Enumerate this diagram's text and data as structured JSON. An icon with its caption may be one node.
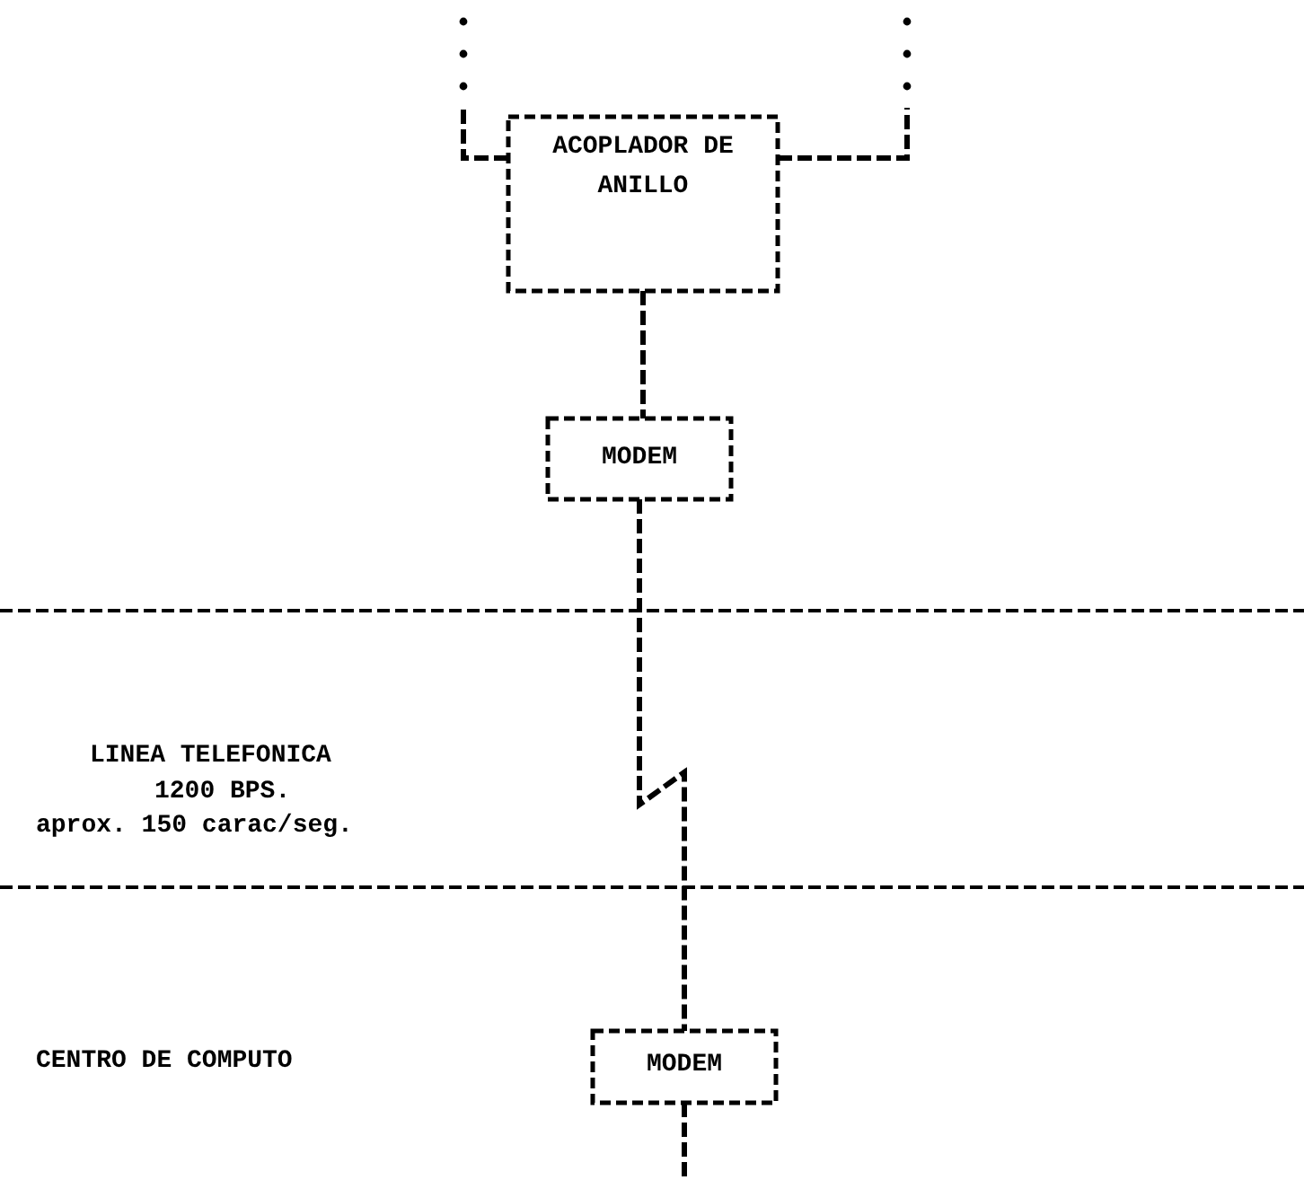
{
  "diagram": {
    "nodes": [
      {
        "text": [
          "ACOPLADOR DE ANILLO"
        ]
      },
      {
        "text": [
          "MODEM"
        ]
      },
      {
        "text": [
          "MODEM"
        ]
      }
    ],
    "edges": [
      {
        "from": 0,
        "to": null,
        "arrow": "none"
      },
      {
        "from": 0,
        "to": null,
        "arrow": "none"
      },
      {
        "from": 0,
        "to": 1,
        "arrow": "none"
      },
      {
        "from": 1,
        "to": 2,
        "arrow": "none"
      },
      {
        "from": 2,
        "to": null,
        "arrow": "none"
      }
    ],
    "labels": [
      "LINEA TELEFONICA",
      "1200 BPS.",
      "aprox. 150 carac/seg.",
      "CENTRO DE COMPUTO"
    ]
  }
}
